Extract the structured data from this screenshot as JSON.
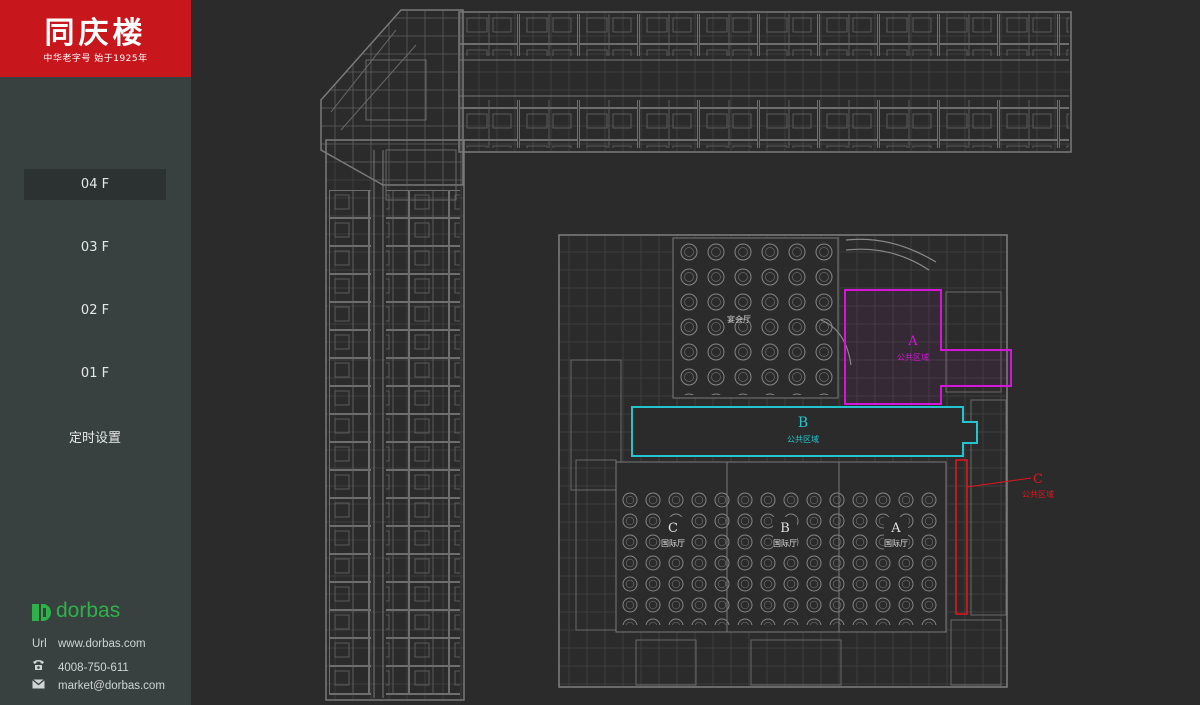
{
  "logo": {
    "brand": "同庆楼",
    "tagline": "中华老字号 始于1925年"
  },
  "nav": [
    {
      "label": "04 F",
      "active": true
    },
    {
      "label": "03 F",
      "active": false
    },
    {
      "label": "02 F",
      "active": false
    },
    {
      "label": "01 F",
      "active": false
    },
    {
      "label": "定时设置",
      "active": false
    }
  ],
  "company": {
    "name": "dorbas",
    "url_label": "Url",
    "url": "www.dorbas.com",
    "phone": "4008-750-611",
    "email": "market@dorbas.com",
    "icons": {
      "phone": "phone-icon",
      "email": "mail-icon",
      "logo": "dorbas-logo-icon"
    }
  },
  "floorplan": {
    "zones": [
      {
        "id": "A",
        "letter": "A",
        "label": "公共区域",
        "color": "#d516d9"
      },
      {
        "id": "B",
        "letter": "B",
        "label": "公共区域",
        "color": "#24c4cf"
      },
      {
        "id": "C",
        "letter": "C",
        "label": "公共区域",
        "color": "#e2161d"
      }
    ],
    "halls": [
      {
        "letter": "C",
        "label": "国际厅"
      },
      {
        "letter": "B",
        "label": "国际厅"
      },
      {
        "letter": "A",
        "label": "国际厅"
      }
    ],
    "banquet_hall": "宴会厅"
  },
  "colors": {
    "sidebar": "#394140",
    "logo_bg": "#c8161d",
    "canvas": "#2b2b2b",
    "lines": "#7a7a7a",
    "accent_green": "#2fb14a"
  }
}
